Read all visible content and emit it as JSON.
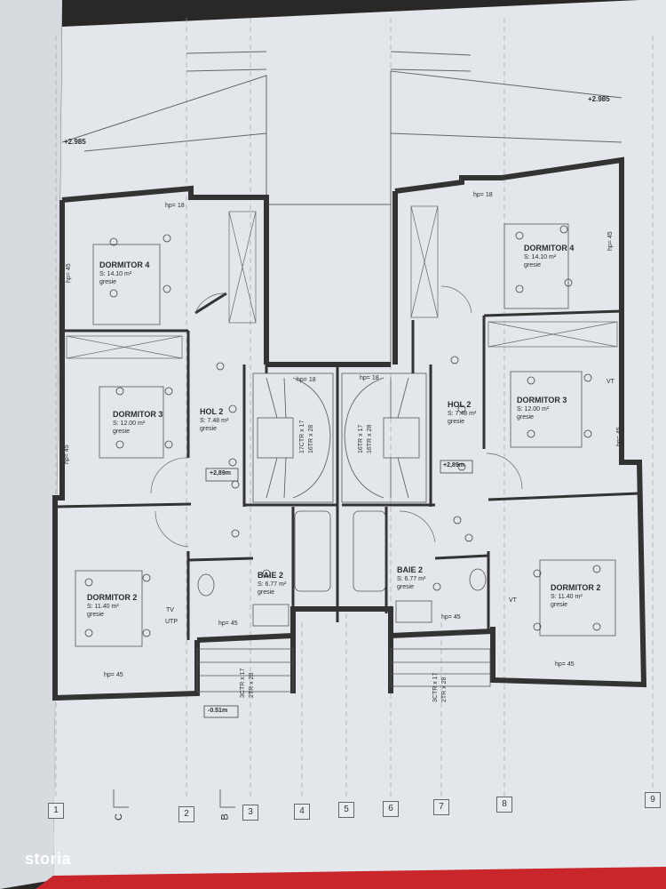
{
  "levels": {
    "roof_left": "+2.985",
    "roof_right": "+2.985",
    "floor_left": "+2,89m",
    "floor_right": "+2,89m",
    "entrance": "-0.51m"
  },
  "rooms": {
    "left_dormitor4": {
      "name": "DORMITOR 4",
      "area": "S: 14.10 m²",
      "material": "gresie"
    },
    "left_dormitor3": {
      "name": "DORMITOR 3",
      "area": "S: 12.00 m²",
      "material": "gresie"
    },
    "left_dormitor2": {
      "name": "DORMITOR 2",
      "area": "S: 11.40 m²",
      "material": "gresie"
    },
    "left_hol2": {
      "name": "HOL 2",
      "area": "S: 7.48 m²",
      "material": "gresie"
    },
    "left_baie2": {
      "name": "BAIE 2",
      "area": "S: 6.77 m²",
      "material": "gresie"
    },
    "right_dormitor4": {
      "name": "DORMITOR 4",
      "area": "S: 14.10 m²",
      "material": "gresie"
    },
    "right_dormitor3": {
      "name": "DORMITOR 3",
      "area": "S: 12.00 m²",
      "material": "gresie"
    },
    "right_dormitor2": {
      "name": "DORMITOR 2",
      "area": "S: 11.40 m²",
      "material": "gresie"
    },
    "right_hol2": {
      "name": "HOL 2",
      "area": "S: 7.48 m²",
      "material": "gresie"
    },
    "right_baie2": {
      "name": "BAIE 2",
      "area": "S: 6.77 m²",
      "material": "gresie"
    }
  },
  "annotations": {
    "hp18": "hp= 18",
    "hp45": "hp= 45",
    "tv": "TV",
    "utp": "UTP",
    "vt": "VT",
    "stairs_left": "17CTR x 17",
    "stairs_left_b": "16TR x 28",
    "stairs_right": "16TR x 17",
    "stairs_right_b": "16TR x 28",
    "entry_stairs_left": "3CTR x 17",
    "entry_stairs_left_b": "2TR x 28",
    "entry_stairs_right": "3CTR x 17",
    "entry_stairs_right_b": "2TR x 28"
  },
  "axes": {
    "numbers": [
      "1",
      "2",
      "3",
      "4",
      "5",
      "6",
      "7",
      "8",
      "9"
    ],
    "letters": [
      "C",
      "B"
    ]
  },
  "watermark": "storia",
  "colors": {
    "paper": "#e6e9ec",
    "wall": "#3a3a3a",
    "line": "#555555",
    "backdrop": "#2a2826"
  }
}
